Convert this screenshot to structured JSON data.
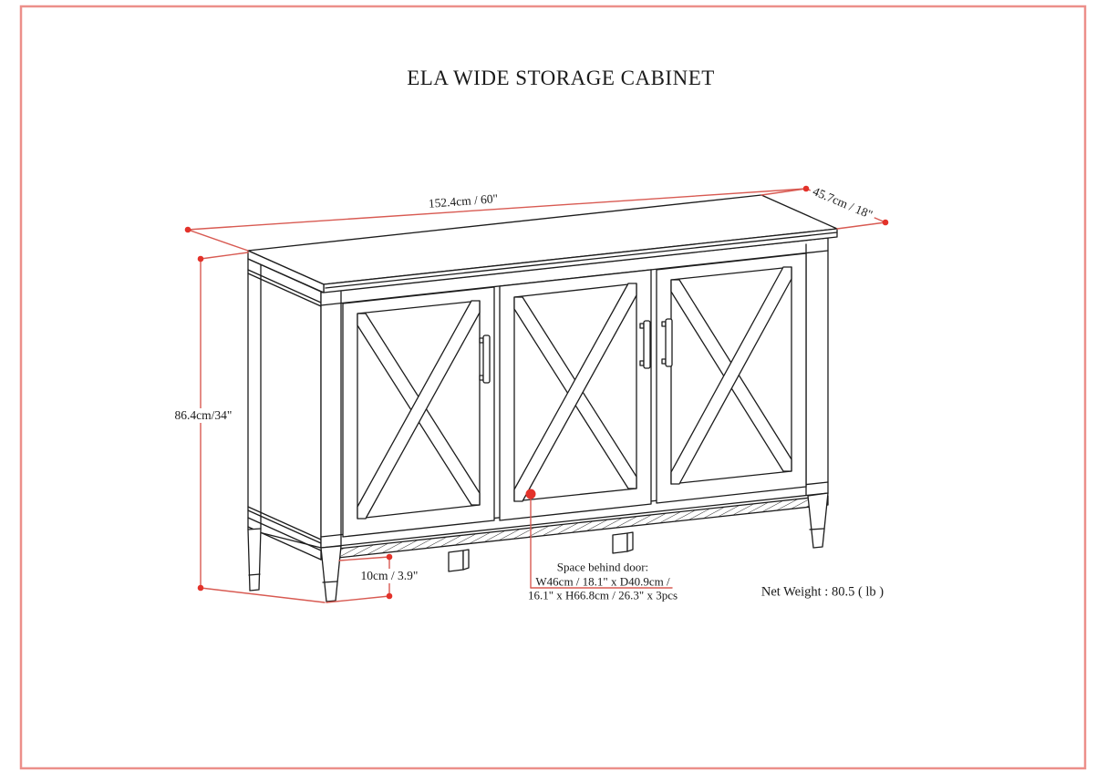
{
  "title": "ELA WIDE STORAGE CABINET",
  "dimensions": {
    "width_label": "152.4cm / 60\"",
    "depth_label": "45.7cm / 18\"",
    "height_label": "86.4cm/34\"",
    "leg_height_label": "10cm / 3.9\""
  },
  "space_behind_door": {
    "line1": "Space behind door:",
    "line2": "W46cm / 18.1\" x D40.9cm /",
    "line3": "16.1\" x H66.8cm / 26.3\" x 3pcs"
  },
  "net_weight_label": "Net Weight : 80.5 ( lb )",
  "colors": {
    "line": "#1c1c1c",
    "dimension_line": "#d85a52",
    "dimension_dot": "#e3322a",
    "page_border": "#ec8f8a",
    "background": "#ffffff"
  }
}
